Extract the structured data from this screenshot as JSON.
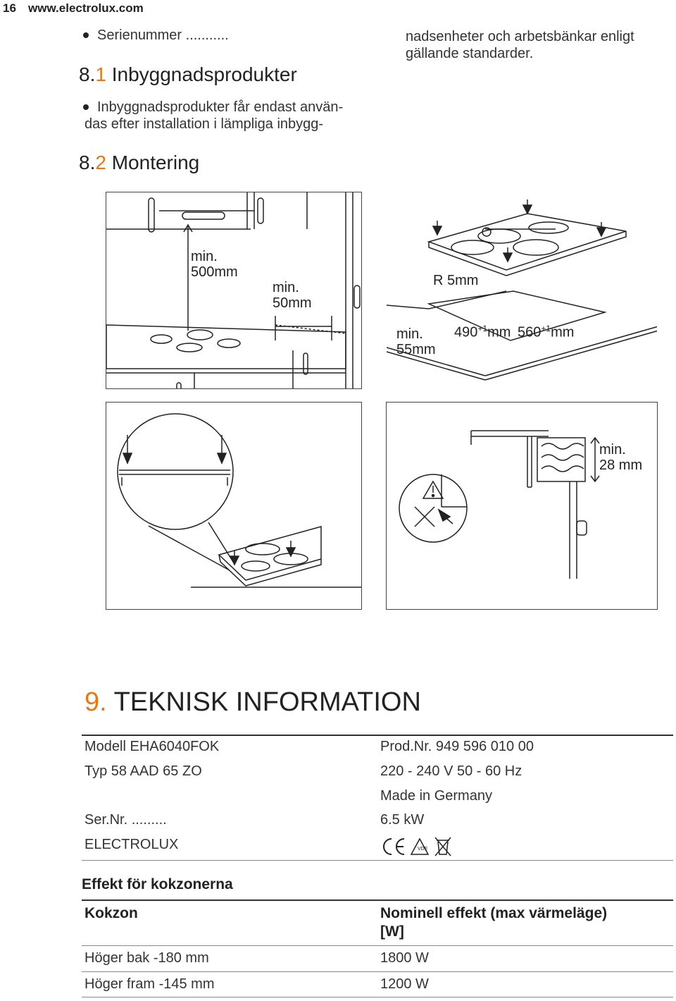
{
  "header": {
    "page_number": "16",
    "url": "www.electrolux.com"
  },
  "left_column": {
    "bullet_serial": "Serienummer ...........",
    "section_8_1": {
      "num": "8.",
      "num_accent": "1",
      "title": "Inbyggnadsprodukter"
    },
    "bullet_text_line1": "Inbyggnadsprodukter får endast använ-",
    "bullet_text_line2": "das efter installation i lämpliga inbygg-",
    "section_8_2": {
      "num": "8.",
      "num_accent": "2",
      "title": "Montering"
    }
  },
  "right_column": {
    "line1": "nadsenheter och arbetsbänkar enligt",
    "line2": "gällande standarder."
  },
  "figures": {
    "fig1": {
      "label_500a": "min.",
      "label_500b": "500mm",
      "label_50a": "min.",
      "label_50b": "50mm"
    },
    "fig2": {
      "label_r": "R 5mm",
      "label_55a": "min.",
      "label_55b": "55mm",
      "label_490": "490",
      "label_560": "560",
      "sup": "+1",
      "unit": "mm"
    },
    "fig4": {
      "label_28a": "min.",
      "label_28b": "28 mm"
    }
  },
  "section_9": {
    "num": "9.",
    "title": "TEKNISK INFORMATION"
  },
  "tech_table": {
    "rows": [
      {
        "left": "Modell EHA6040FOK",
        "right": "Prod.Nr. 949 596 010 00"
      },
      {
        "left": "Typ 58 AAD 65 ZO",
        "right": "220 - 240 V 50 - 60 Hz"
      },
      {
        "left": "",
        "right": "Made in Germany"
      },
      {
        "left": "Ser.Nr. .........",
        "right": "6.5 kW"
      },
      {
        "left": "ELECTROLUX",
        "right": ""
      }
    ],
    "cert_icons": [
      "ce-mark-icon",
      "vde-mark-icon",
      "weee-bin-icon"
    ]
  },
  "power_section": {
    "title": "Effekt för kokzonerna",
    "col1_header": "Kokzon",
    "col2_header_line1": "Nominell effekt (max värmeläge)",
    "col2_header_line2": "[W]",
    "rows": [
      {
        "zone": "Höger bak -180 mm",
        "power": "1800 W"
      },
      {
        "zone": "Höger fram -145 mm",
        "power": "1200 W"
      }
    ]
  },
  "colors": {
    "accent": "#e07a1a",
    "text": "#222222",
    "line": "#333333"
  }
}
